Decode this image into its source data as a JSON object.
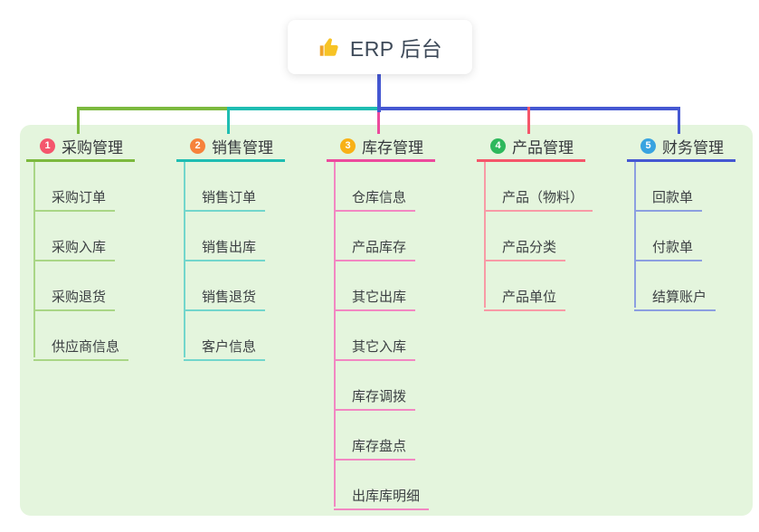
{
  "root": {
    "title": "ERP 后台",
    "icon": "thumbs-up",
    "icon_color": "#f7c325"
  },
  "panel": {
    "background": "#e4f5dd"
  },
  "connector": {
    "trunk_color": "#4558d2"
  },
  "branches": [
    {
      "badge": "1",
      "badge_color": "#f4566d",
      "title": "采购管理",
      "line_color": "#7cb93e",
      "item_line_color": "#a9d686",
      "items": [
        "采购订单",
        "采购入库",
        "采购退货",
        "供应商信息"
      ]
    },
    {
      "badge": "2",
      "badge_color": "#f6823b",
      "title": "销售管理",
      "line_color": "#1fbdb2",
      "item_line_color": "#72d6cc",
      "items": [
        "销售订单",
        "销售出库",
        "销售退货",
        "客户信息"
      ]
    },
    {
      "badge": "3",
      "badge_color": "#f8b116",
      "title": "库存管理",
      "line_color": "#ec4a9d",
      "item_line_color": "#f287c2",
      "items": [
        "仓库信息",
        "产品库存",
        "其它出库",
        "其它入库",
        "库存调拨",
        "库存盘点",
        "出库库明细"
      ]
    },
    {
      "badge": "4",
      "badge_color": "#2eb85c",
      "title": "产品管理",
      "line_color": "#f5566a",
      "item_line_color": "#f89aa6",
      "items": [
        "产品（物料）",
        "产品分类",
        "产品单位"
      ]
    },
    {
      "badge": "5",
      "badge_color": "#38a3e0",
      "title": "财务管理",
      "line_color": "#4558d2",
      "item_line_color": "#8c9fe0",
      "items": [
        "回款单",
        "付款单",
        "结算账户"
      ]
    }
  ]
}
